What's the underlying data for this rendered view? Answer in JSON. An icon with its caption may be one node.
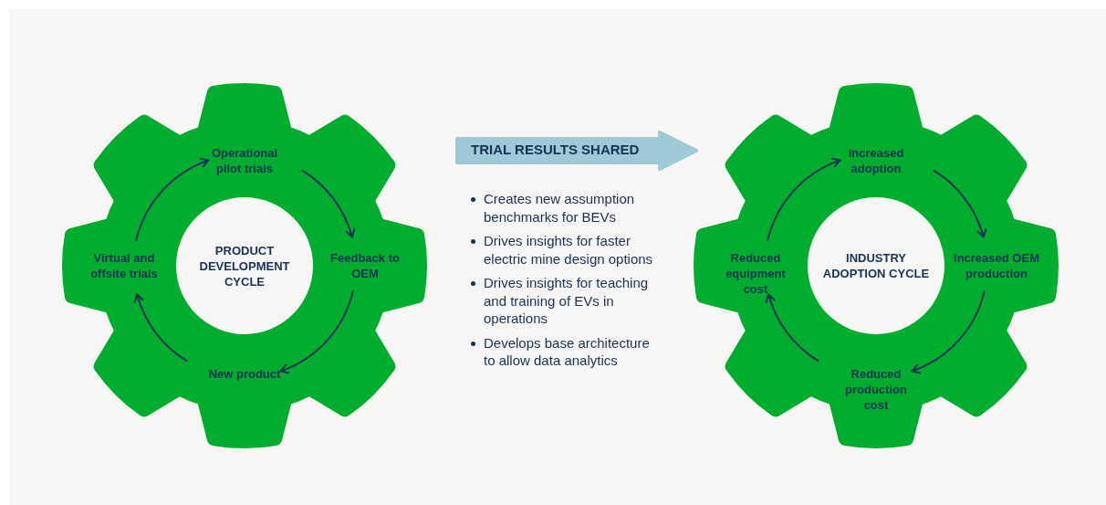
{
  "diagram": {
    "nodes": [
      {
        "text": [],
        "shape": "gear"
      },
      {
        "text": [
          "PRODUCT DEVELOPMENT CYCLE"
        ],
        "in": 0
      },
      {
        "text": [
          "Operational pilot trials"
        ],
        "in": 0
      },
      {
        "text": [
          "Feedback to OEM"
        ],
        "in": 0
      },
      {
        "text": [
          "New product"
        ],
        "in": 0
      },
      {
        "text": [
          "Virtual and offsite trials"
        ],
        "in": 0
      },
      {
        "text": [
          "TRIAL RESULTS SHARED"
        ]
      },
      {
        "text": [],
        "shape": "gear"
      },
      {
        "text": [
          "INDUSTRY ADOPTION CYCLE"
        ],
        "in": 7
      },
      {
        "text": [
          "Increased adoption"
        ],
        "in": 7
      },
      {
        "text": [
          "Increased OEM production"
        ],
        "in": 7
      },
      {
        "text": [
          "Reduced production cost"
        ],
        "in": 7
      },
      {
        "text": [
          "Reduced equipment cost"
        ],
        "in": 7
      }
    ],
    "edges": [
      {
        "from": 2,
        "to": 3,
        "arrow": "to"
      },
      {
        "from": 3,
        "to": 4,
        "arrow": "to"
      },
      {
        "from": 4,
        "to": 5,
        "arrow": "to"
      },
      {
        "from": 5,
        "to": 2,
        "arrow": "to"
      },
      {
        "from": 9,
        "to": 10,
        "arrow": "to"
      },
      {
        "from": 10,
        "to": 11,
        "arrow": "to"
      },
      {
        "from": 11,
        "to": 12,
        "arrow": "to"
      },
      {
        "from": 12,
        "to": 9,
        "arrow": "to"
      }
    ],
    "labels": [
      "Creates new assumption benchmarks for BEVs",
      "Drives insights for faster electric mine design options",
      "Drives insights for teaching and training of EVs in operations",
      "Develops base architecture to allow data analytics"
    ]
  }
}
